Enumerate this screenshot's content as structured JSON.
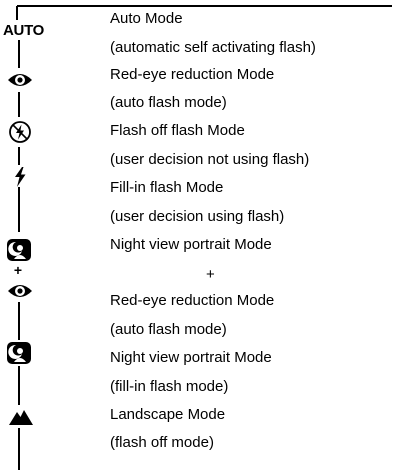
{
  "icons": {
    "auto_label": "AUTO",
    "combo_plus": "+"
  },
  "modes": {
    "auto": {
      "title": "Auto Mode",
      "subtitle": "(automatic self activating flash)"
    },
    "red_eye": {
      "title": "Red-eye reduction Mode",
      "subtitle": "(auto flash mode)"
    },
    "flash_off": {
      "title": "Flash off flash Mode",
      "subtitle": "(user decision not using flash)"
    },
    "fill_in": {
      "title": "Fill-in flash Mode",
      "subtitle": "(user decision using flash)"
    },
    "night_red_eye": {
      "title": "Night view portrait Mode",
      "plus": "+",
      "title2": "Red-eye reduction Mode",
      "subtitle2": "(auto flash mode)"
    },
    "night_fill": {
      "title": "Night view portrait Mode",
      "subtitle": "(fill-in flash mode)"
    },
    "landscape": {
      "title": "Landscape Mode",
      "subtitle": "(flash off mode)"
    }
  },
  "colors": {
    "ink": "#000000",
    "background": "#ffffff"
  }
}
